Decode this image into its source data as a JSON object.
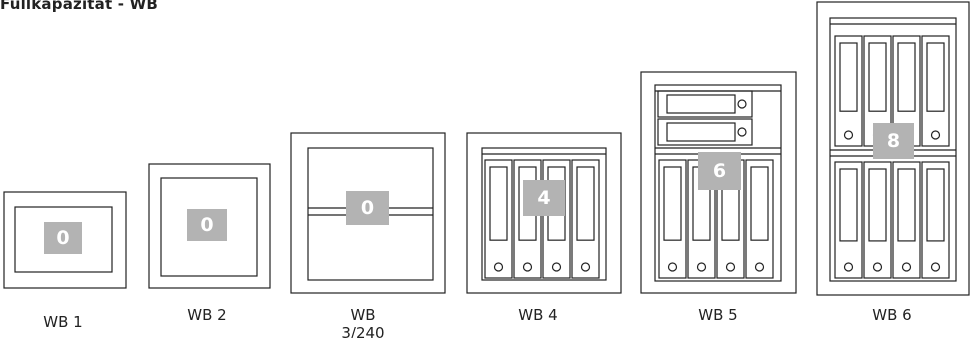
{
  "title": "Füllkapazität - WB",
  "safes": [
    {
      "id": "wb1",
      "label": "WB 1",
      "capacity": "0"
    },
    {
      "id": "wb2",
      "label": "WB 2",
      "capacity": "0"
    },
    {
      "id": "wb3",
      "label": "WB\n3/240",
      "capacity": "0"
    },
    {
      "id": "wb4",
      "label": "WB 4",
      "capacity": "4"
    },
    {
      "id": "wb5",
      "label": "WB 5",
      "capacity": "6"
    },
    {
      "id": "wb6",
      "label": "WB 6",
      "capacity": "8"
    }
  ],
  "colors": {
    "badge": "#b3b3b3",
    "line": "#222222"
  },
  "icons": {
    "binder": "folder-binder-icon",
    "drawer": "drawer-icon"
  }
}
